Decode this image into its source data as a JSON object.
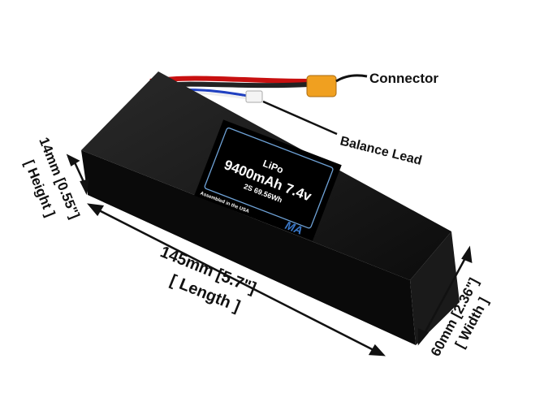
{
  "callouts": {
    "connector": "Connector",
    "balance_lead": "Balance Lead"
  },
  "dimensions": {
    "length": {
      "value": "145mm [5.7\"]",
      "label": "[ Length ]"
    },
    "width": {
      "value": "60mm [2.36\"]",
      "label": "[ Width ]"
    },
    "height": {
      "value": "14mm [0.55\"]",
      "label": "[ Height ]"
    }
  },
  "battery_label": {
    "type": "LiPo",
    "capacity": "9400mAh 7.4v",
    "spec": "2S 69.56Wh",
    "assembled": "Assembled in the USA",
    "logo": "MA"
  },
  "colors": {
    "body": "#141414",
    "label_border": "#6fa3d8",
    "connector": "#f0a020"
  }
}
